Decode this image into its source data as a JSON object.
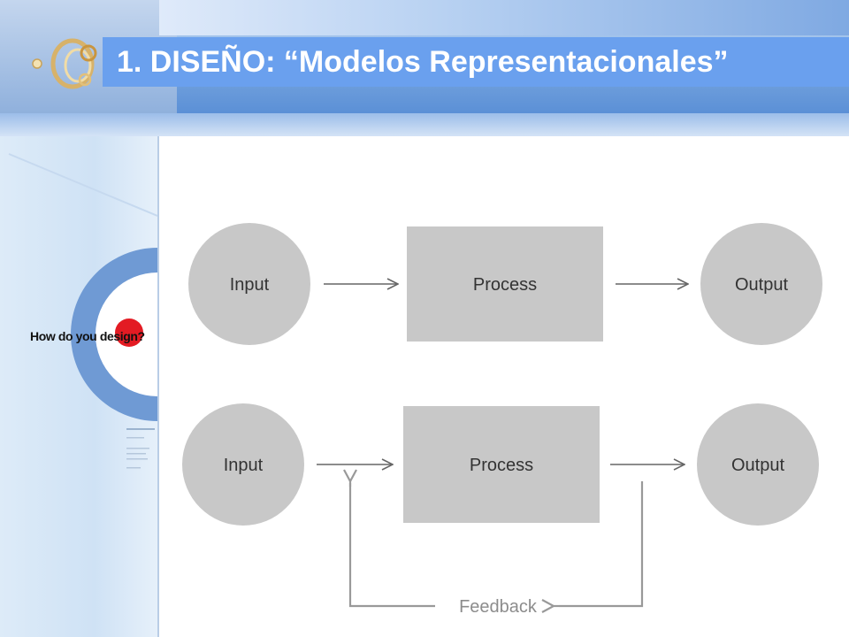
{
  "slide": {
    "title": "1. DISEÑO: “Modelos Representacionales”"
  },
  "thumbnail": {
    "caption": "How do you design?"
  },
  "diagram": {
    "row1": {
      "input": "Input",
      "process": "Process",
      "output": "Output"
    },
    "row2": {
      "input": "Input",
      "process": "Process",
      "output": "Output",
      "feedback": "Feedback"
    }
  },
  "colors": {
    "node_fill": "#c8c8c8",
    "arrow": "#666666",
    "feedback_arrow": "#999999",
    "title_bar": "#6aa0ee",
    "target_outer": "#6f9ad4",
    "target_center": "#e31b23"
  }
}
